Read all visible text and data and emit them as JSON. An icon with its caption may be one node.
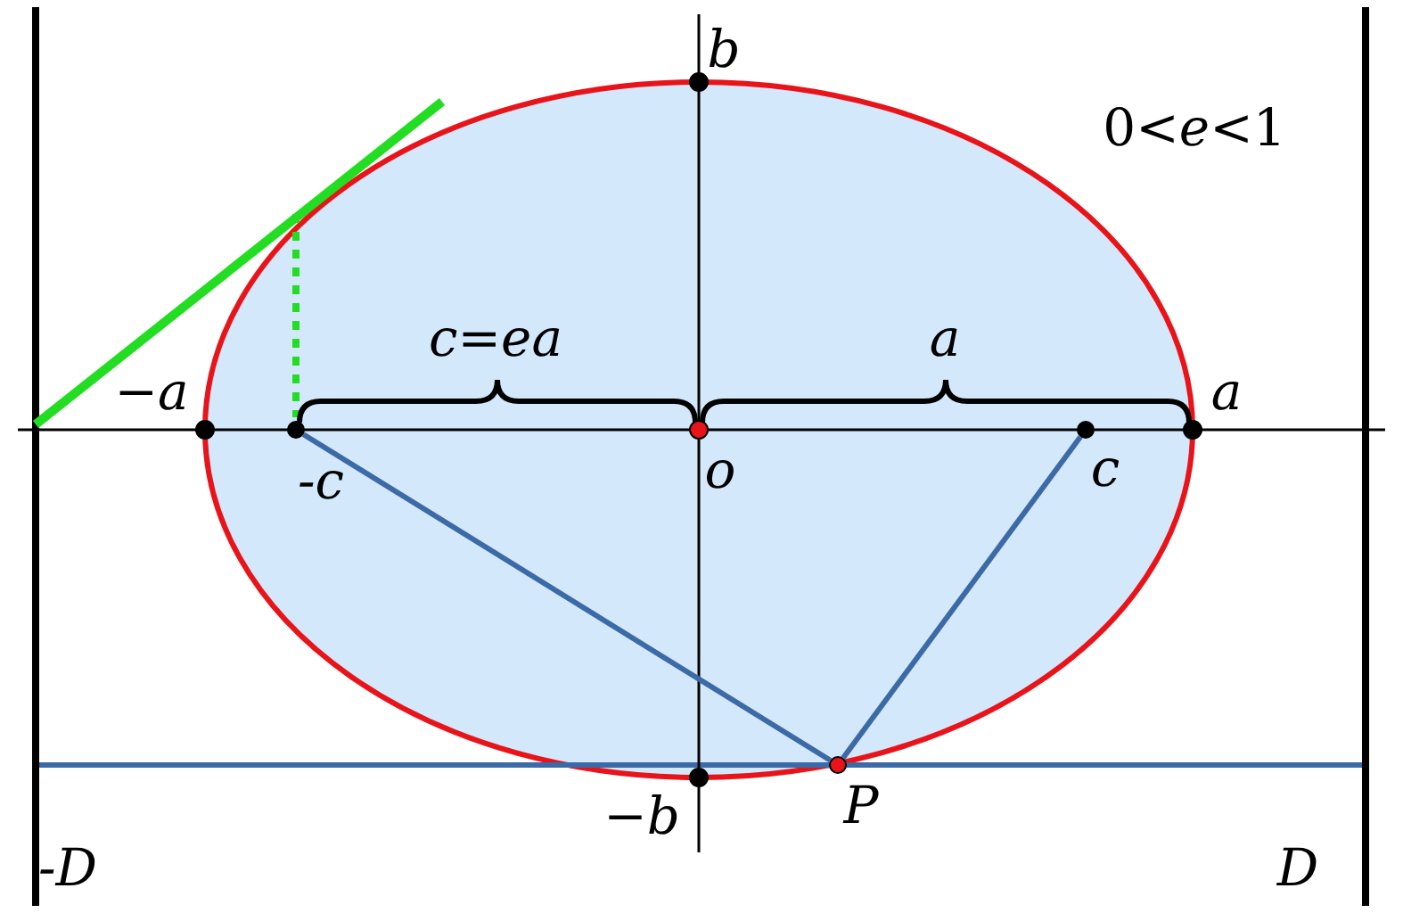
{
  "diagram": {
    "nodes": [
      {
        "text": [],
        "shape": "circle",
        "beside": [
          "-c"
        ]
      },
      {
        "text": [],
        "shape": "circle",
        "beside": [
          "c"
        ]
      },
      {
        "text": [],
        "shape": "circle",
        "beside": [
          "P"
        ]
      }
    ],
    "edges": [
      {
        "from": 0,
        "to": 2,
        "arrow": "none"
      },
      {
        "from": 1,
        "to": 2,
        "arrow": "none"
      }
    ],
    "labels": [
      "b",
      "0<*e*<1",
      "−a",
      "*c*=*ea*",
      "a",
      "a",
      "o",
      "−b",
      "-D",
      "D"
    ]
  }
}
